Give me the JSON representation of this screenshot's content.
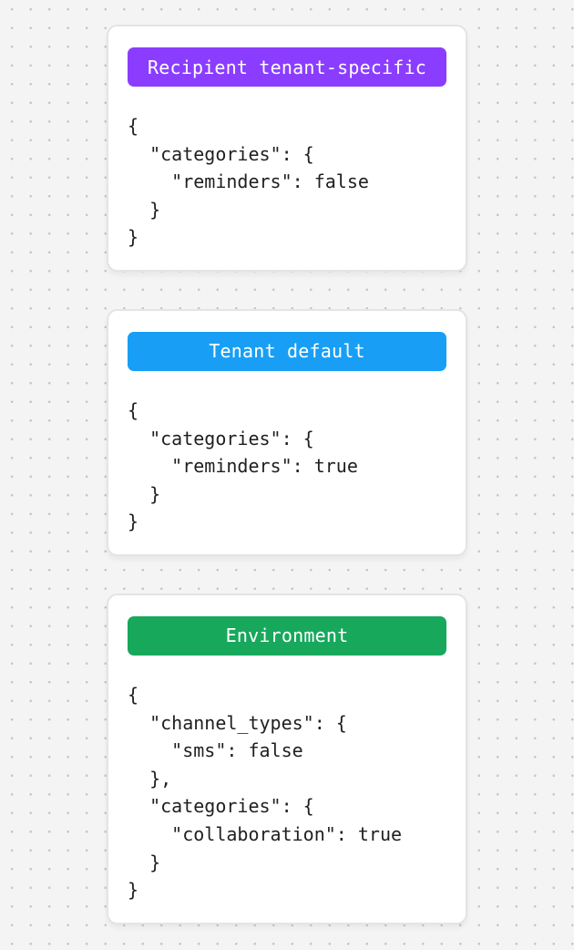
{
  "background": {
    "color": "#f4f4f5",
    "dot_color": "#c6c6c8"
  },
  "card_style": {
    "surface_color": "#ffffff",
    "border_color": "#e4e4e5",
    "code_text_color": "#1f1f1f",
    "badge_text_color": "#ffffff"
  },
  "cards": [
    {
      "badge": {
        "label": "Recipient tenant-specific",
        "color": "#8b3dff"
      },
      "code_lines": [
        "{",
        "  \"categories\": {",
        "    \"reminders\": false",
        "  }",
        "}"
      ]
    },
    {
      "badge": {
        "label": "Tenant default",
        "color": "#189ff5"
      },
      "code_lines": [
        "{",
        "  \"categories\": {",
        "    \"reminders\": true",
        "  }",
        "}"
      ]
    },
    {
      "badge": {
        "label": "Environment",
        "color": "#17a85c"
      },
      "code_lines": [
        "{",
        "  \"channel_types\": {",
        "    \"sms\": false",
        "  },",
        "  \"categories\": {",
        "    \"collaboration\": true",
        "  }",
        "}"
      ]
    }
  ]
}
